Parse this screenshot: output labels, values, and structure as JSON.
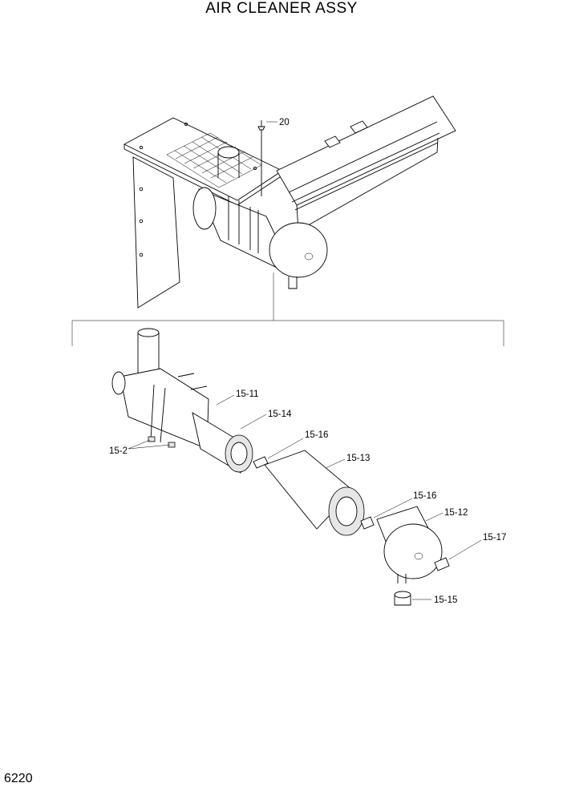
{
  "page": {
    "title": "AIR CLEANER ASSY",
    "page_number": "6220"
  },
  "callouts": {
    "c20": "20",
    "c15_11": "15-11",
    "c15_14": "15-14",
    "c15_16a": "15-16",
    "c15_13": "15-13",
    "c15_2": "15-2",
    "c15_16b": "15-16",
    "c15_12": "15-12",
    "c15_17": "15-17",
    "c15_15": "15-15"
  }
}
